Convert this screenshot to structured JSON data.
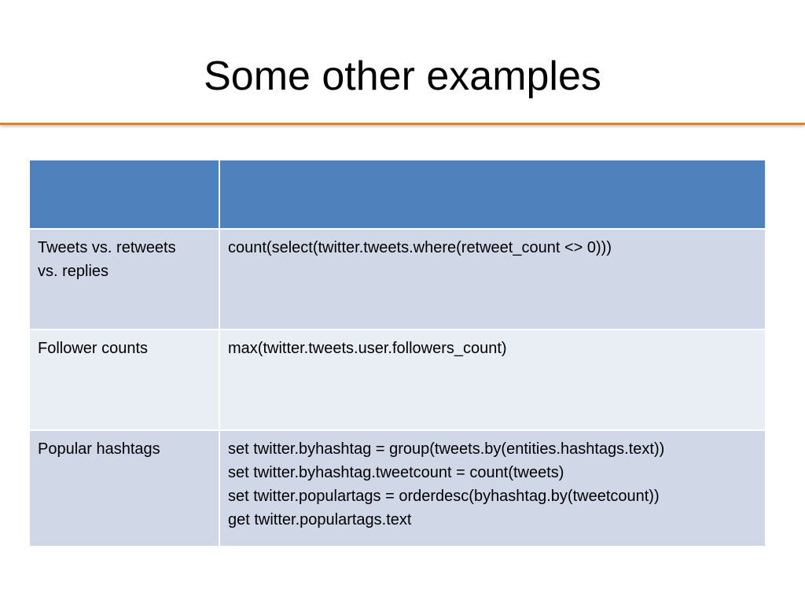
{
  "slide": {
    "title": "Some other examples"
  },
  "table": {
    "headers": [
      "",
      ""
    ],
    "rows": [
      {
        "label_lines": [
          "Tweets vs. retweets",
          "vs. replies"
        ],
        "code_lines": [
          "count(select(twitter.tweets.where(retweet_count <> 0)))"
        ]
      },
      {
        "label_lines": [
          "Follower counts"
        ],
        "code_lines": [
          "max(twitter.tweets.user.followers_count)"
        ]
      },
      {
        "label_lines": [
          "Popular hashtags"
        ],
        "code_lines": [
          "set twitter.byhashtag = group(tweets.by(entities.hashtags.text))",
          "set twitter.byhashtag.tweetcount = count(tweets)",
          "set twitter.populartags = orderdesc(byhashtag.by(tweetcount))",
          "get twitter.populartags.text"
        ]
      }
    ]
  },
  "colors": {
    "accent_rule": "#e47f2d",
    "header_fill": "#4f81bd",
    "row_fill_dark": "#d0d8e8",
    "row_fill_light": "#e9edf4"
  }
}
